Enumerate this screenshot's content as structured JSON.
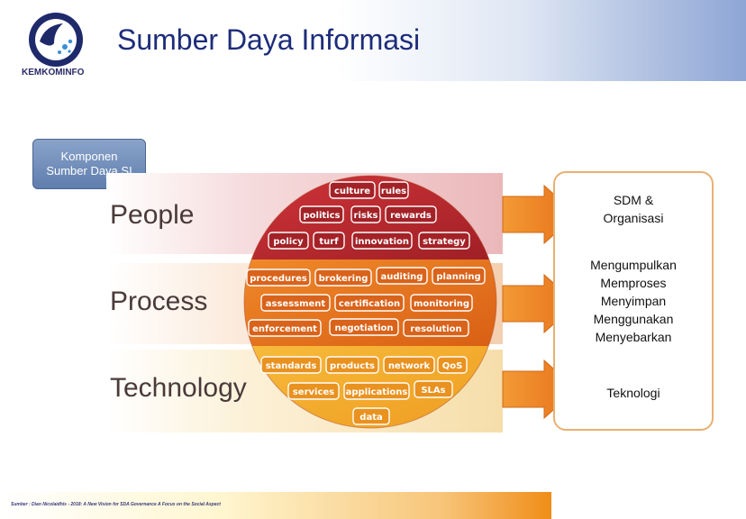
{
  "header": {
    "title": "Sumber Daya Informasi",
    "logo_text": "KEMKOMINFO",
    "logo_icon": "kemkominfo-logo-icon"
  },
  "komponen_box": {
    "line1": "Komponen",
    "line2": "Sumber Daya SI"
  },
  "categories": {
    "people": "People",
    "process": "Process",
    "technology": "Technology"
  },
  "tags": {
    "people": [
      "culture",
      "rules",
      "politics",
      "risks",
      "rewards",
      "policy",
      "turf",
      "innovation",
      "strategy"
    ],
    "process": [
      "procedures",
      "brokering",
      "auditing",
      "planning",
      "assessment",
      "certification",
      "monitoring",
      "enforcement",
      "negotiation",
      "resolution"
    ],
    "technology": [
      "standards",
      "products",
      "network",
      "QoS",
      "services",
      "applications",
      "SLAs",
      "data"
    ]
  },
  "right_panel": {
    "people": [
      "SDM &",
      "Organisasi"
    ],
    "process": [
      "Mengumpulkan",
      "Memproses",
      "Menyimpan",
      "Menggunakan",
      "Menyebarkan"
    ],
    "technology": [
      "Teknologi"
    ]
  },
  "footer": {
    "source": "Sumber : Dian Nicolaidhis - 2018: A New Vision for SDA Governance A Focus on the Social Aspect"
  },
  "colors": {
    "title": "#1d2c7a",
    "people": "#b5262c",
    "process": "#e86a1c",
    "technology": "#f1a428",
    "arrow": "#f08a1f"
  }
}
